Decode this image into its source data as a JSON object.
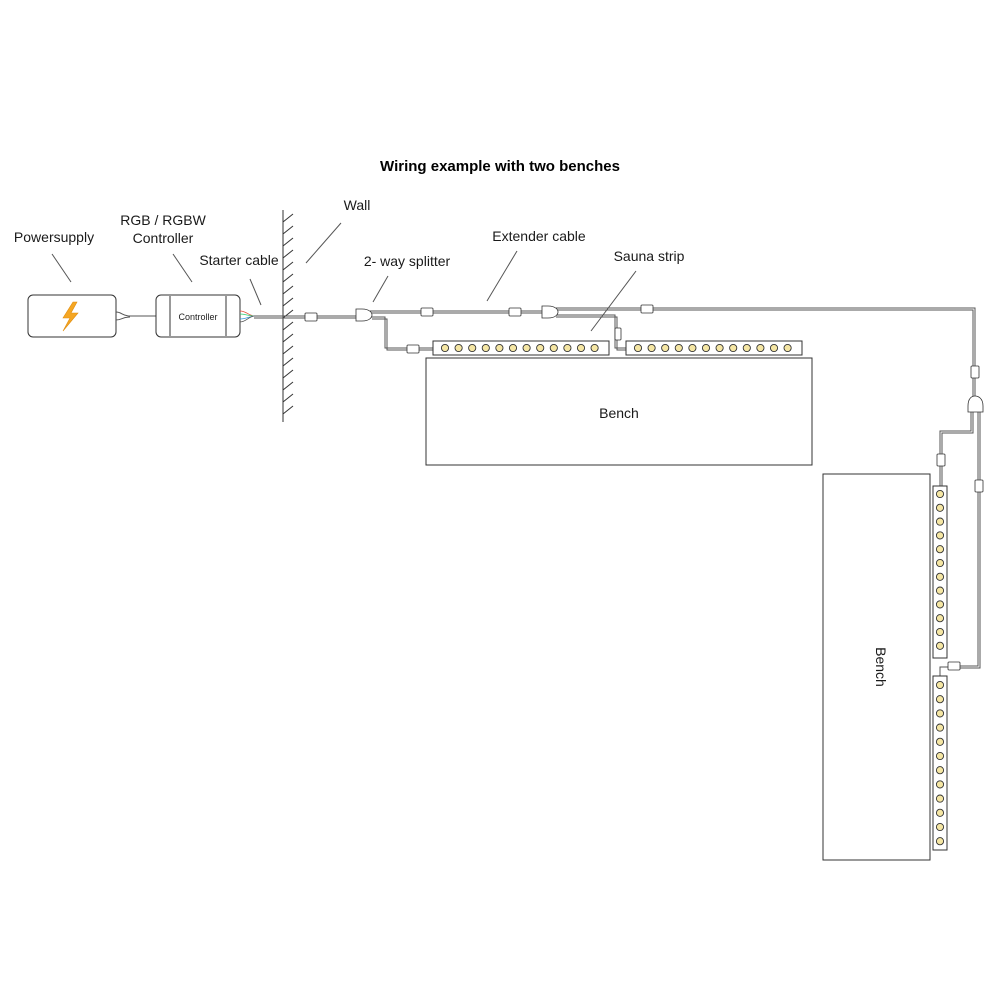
{
  "title": "Wiring example with two benches",
  "labels": {
    "powersupply": "Powersupply",
    "controller_line1": "RGB / RGBW",
    "controller_line2": "Controller",
    "starter_cable": "Starter cable",
    "wall": "Wall",
    "splitter": "2- way splitter",
    "extender_cable": "Extender cable",
    "sauna_strip": "Sauna strip"
  },
  "devices": {
    "controller_box_text": "Controller"
  },
  "benches": {
    "horizontal_label": "Bench",
    "vertical_label": "Bench"
  },
  "strips": {
    "led_count_per_strip": 12,
    "led_color": "#f5e6a3"
  },
  "colors": {
    "lightning_bolt": "#f5a623",
    "cable": "#555555",
    "outline": "#333333"
  }
}
